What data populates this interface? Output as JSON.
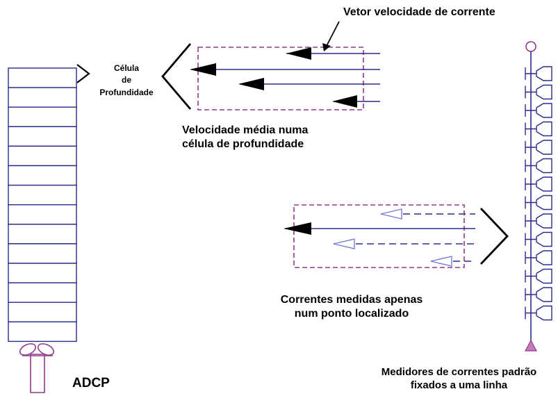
{
  "colors": {
    "navy": "#2a2a8c",
    "purple": "#8e3a8c",
    "blue_light": "#7a7ad8",
    "black": "#000000"
  },
  "labels": {
    "celula": [
      "Célula",
      "de",
      "Profundidade"
    ],
    "vetor": "Vetor velocidade de corrente",
    "velocidade": [
      "Velocidade média numa",
      "célula de profundidade"
    ],
    "correntes": [
      "Correntes medidas apenas",
      "num ponto localizado"
    ],
    "adcp": "ADCP",
    "medidores": [
      "Medidores de correntes padrão",
      "fixados a uma linha"
    ]
  },
  "adcp": {
    "cell_count": 14
  },
  "mooring": {
    "meter_count": 14
  },
  "icons": [
    "adcp-transducer-icon",
    "meter-icon",
    "buoy-icon",
    "anchor-icon",
    "arrowhead-icon"
  ]
}
